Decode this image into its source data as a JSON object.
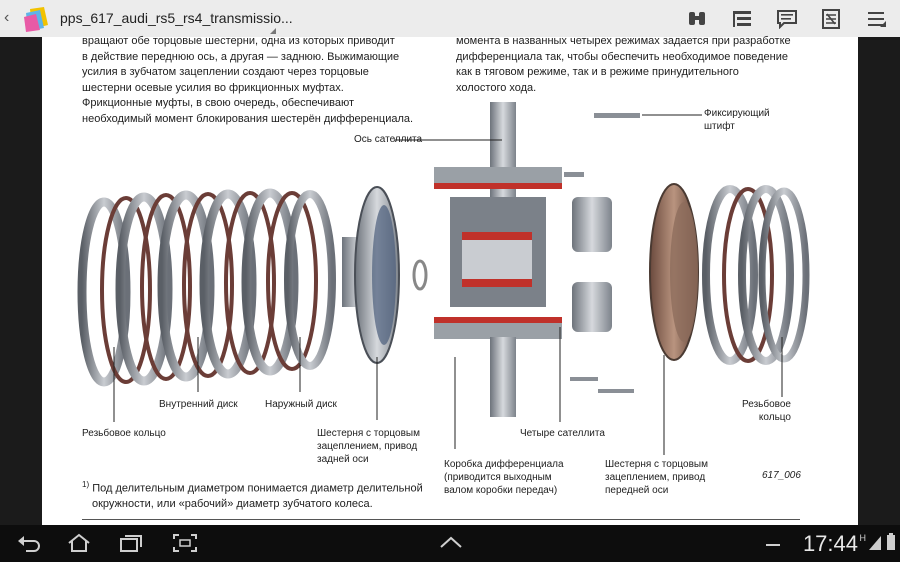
{
  "titlebar": {
    "file_title": "pps_617_audi_rs5_rs4_transmissio..."
  },
  "toolbar_icons": [
    "binoculars-icon",
    "outline-icon",
    "comment-icon",
    "document-icon",
    "menu-icon"
  ],
  "body_text": {
    "left_col": [
      "вращают обе торцовые шестерни, одна из которых приводит",
      "в действие переднюю ось, а другая — заднюю. Выжимающие",
      "усилия в зубчатом зацеплении создают через торцовые",
      "шестерни осевые усилия во фрикционных муфтах.",
      "Фрикционные муфты, в свою очередь, обеспечивают",
      "необходимый момент блокирования шестерён дифференциала."
    ],
    "right_col": [
      "момента в названных четырех режимах задается при разработке",
      "дифференциала так, чтобы обеспечить необходимое поведение",
      "как в тяговом режиме, так и в режиме принудительного",
      "холостого хода."
    ]
  },
  "labels": {
    "axle": "Ось сателлита",
    "pin_1": "Фиксирующий",
    "pin_2": "штифт",
    "inner_disc": "Внутренний диск",
    "outer_disc": "Наружный диск",
    "thread_ring_left": "Резьбовое кольцо",
    "rear_gear_1": "Шестерня с торцовым",
    "rear_gear_2": "зацеплением, привод",
    "rear_gear_3": "задней оси",
    "four_sat": "Четыре сателлита",
    "housing_1": "Коробка дифференциала",
    "housing_2": "(приводится выходным",
    "housing_3": "валом коробки передач)",
    "front_gear_1": "Шестерня с торцовым",
    "front_gear_2": "зацеплением, привод",
    "front_gear_3": "передней оси",
    "thread_ring_right_1": "Резьбовое",
    "thread_ring_right_2": "кольцо",
    "fig_code": "617_006"
  },
  "footnote": {
    "marker": "1)",
    "line1": "Под делительным диаметром понимается диаметр делительной",
    "line2": "окружности, или «рабочий» диаметр зубчатого колеса."
  },
  "statusbar": {
    "time": "17:44",
    "signal_label": "H"
  },
  "nav_icons": [
    "back-icon",
    "home-icon",
    "recent-apps-icon",
    "screenshot-icon",
    "expand-icon"
  ]
}
